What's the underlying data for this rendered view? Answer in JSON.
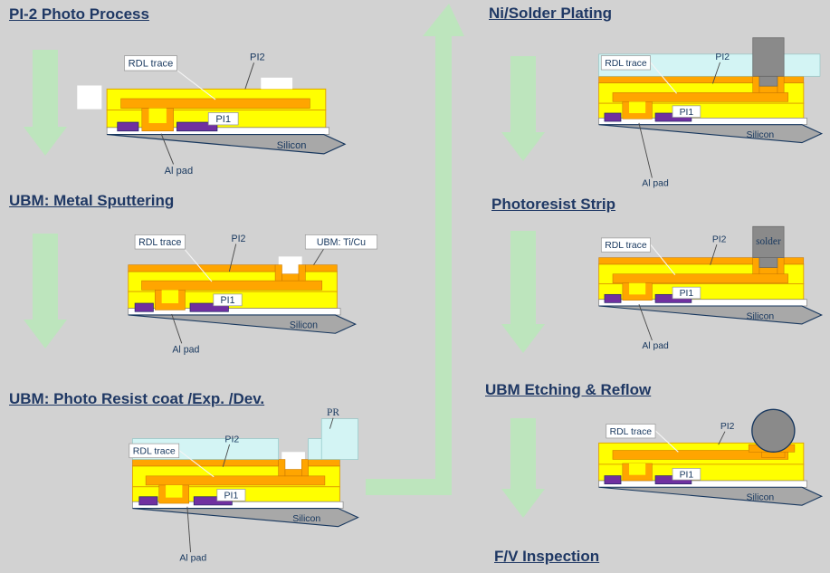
{
  "steps": [
    {
      "title": "PI-2 Photo Process"
    },
    {
      "title": "UBM: Metal Sputtering"
    },
    {
      "title": "UBM: Photo Resist coat /Exp. /Dev."
    },
    {
      "title": "Ni/Solder Plating"
    },
    {
      "title": "Photoresist Strip"
    },
    {
      "title": "UBM Etching & Reflow"
    },
    {
      "title": "F/V Inspection"
    }
  ],
  "labels": {
    "rdl_trace": "RDL trace",
    "pi2": "PI2",
    "pi1": "PI1",
    "al_pad": "Al pad",
    "silicon": "Silicon",
    "ubm": "UBM: Ti/Cu",
    "pr": "PR",
    "solder": "solder"
  },
  "colors": {
    "background": "#D2D2D2",
    "title_text": "#1F3864",
    "flow_arrow": "#BDE5BD",
    "pi_yellow": "#FFFF00",
    "metal_orange": "#FFA500",
    "al_pad_purple": "#7030A0",
    "silicon_gray": "#A8A8A8",
    "photoresist_cyan": "#D3F4F4",
    "solder_gray": "#8A8A8A",
    "diagram_text": "#17375E"
  }
}
